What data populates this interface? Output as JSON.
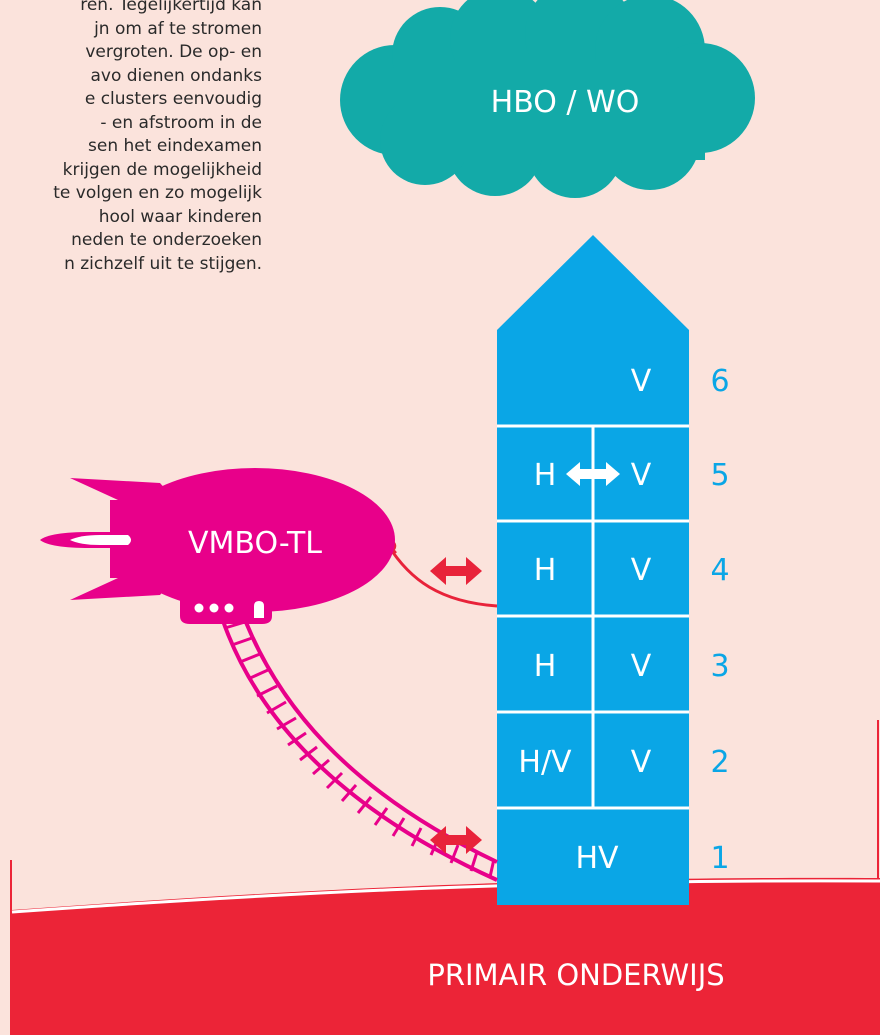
{
  "intro_lines": [
    "ren. Tegelijkertijd kan",
    "jn om af te stromen",
    "vergroten. De op- en",
    "avo dienen ondanks",
    "e clusters eenvoudig",
    "- en afstroom in de",
    "sen het eindexamen",
    "krijgen de mogelijkheid",
    "te volgen en zo mogelijk",
    "hool waar kinderen",
    "neden te onderzoeken",
    "n zichzelf uit te stijgen."
  ],
  "cloud": {
    "label": "HBO / WO"
  },
  "blimp": {
    "label": "VMBO-TL"
  },
  "ground": {
    "label": "PRIMAIR ONDERWIJS"
  },
  "tower": {
    "floors": [
      {
        "year": "6",
        "left": "",
        "right": "V"
      },
      {
        "year": "5",
        "left": "H",
        "right": "V"
      },
      {
        "year": "4",
        "left": "H",
        "right": "V"
      },
      {
        "year": "3",
        "left": "H",
        "right": "V"
      },
      {
        "year": "2",
        "left": "H/V",
        "right": "V"
      },
      {
        "year": "1",
        "left": "HV",
        "right": ""
      }
    ]
  },
  "colors": {
    "background": "#fbe3dc",
    "tower": "#0aa6e6",
    "cloud": "#13aaa8",
    "blimp": "#e8008a",
    "ground": "#ec2437",
    "arrow": "#e8233a"
  }
}
